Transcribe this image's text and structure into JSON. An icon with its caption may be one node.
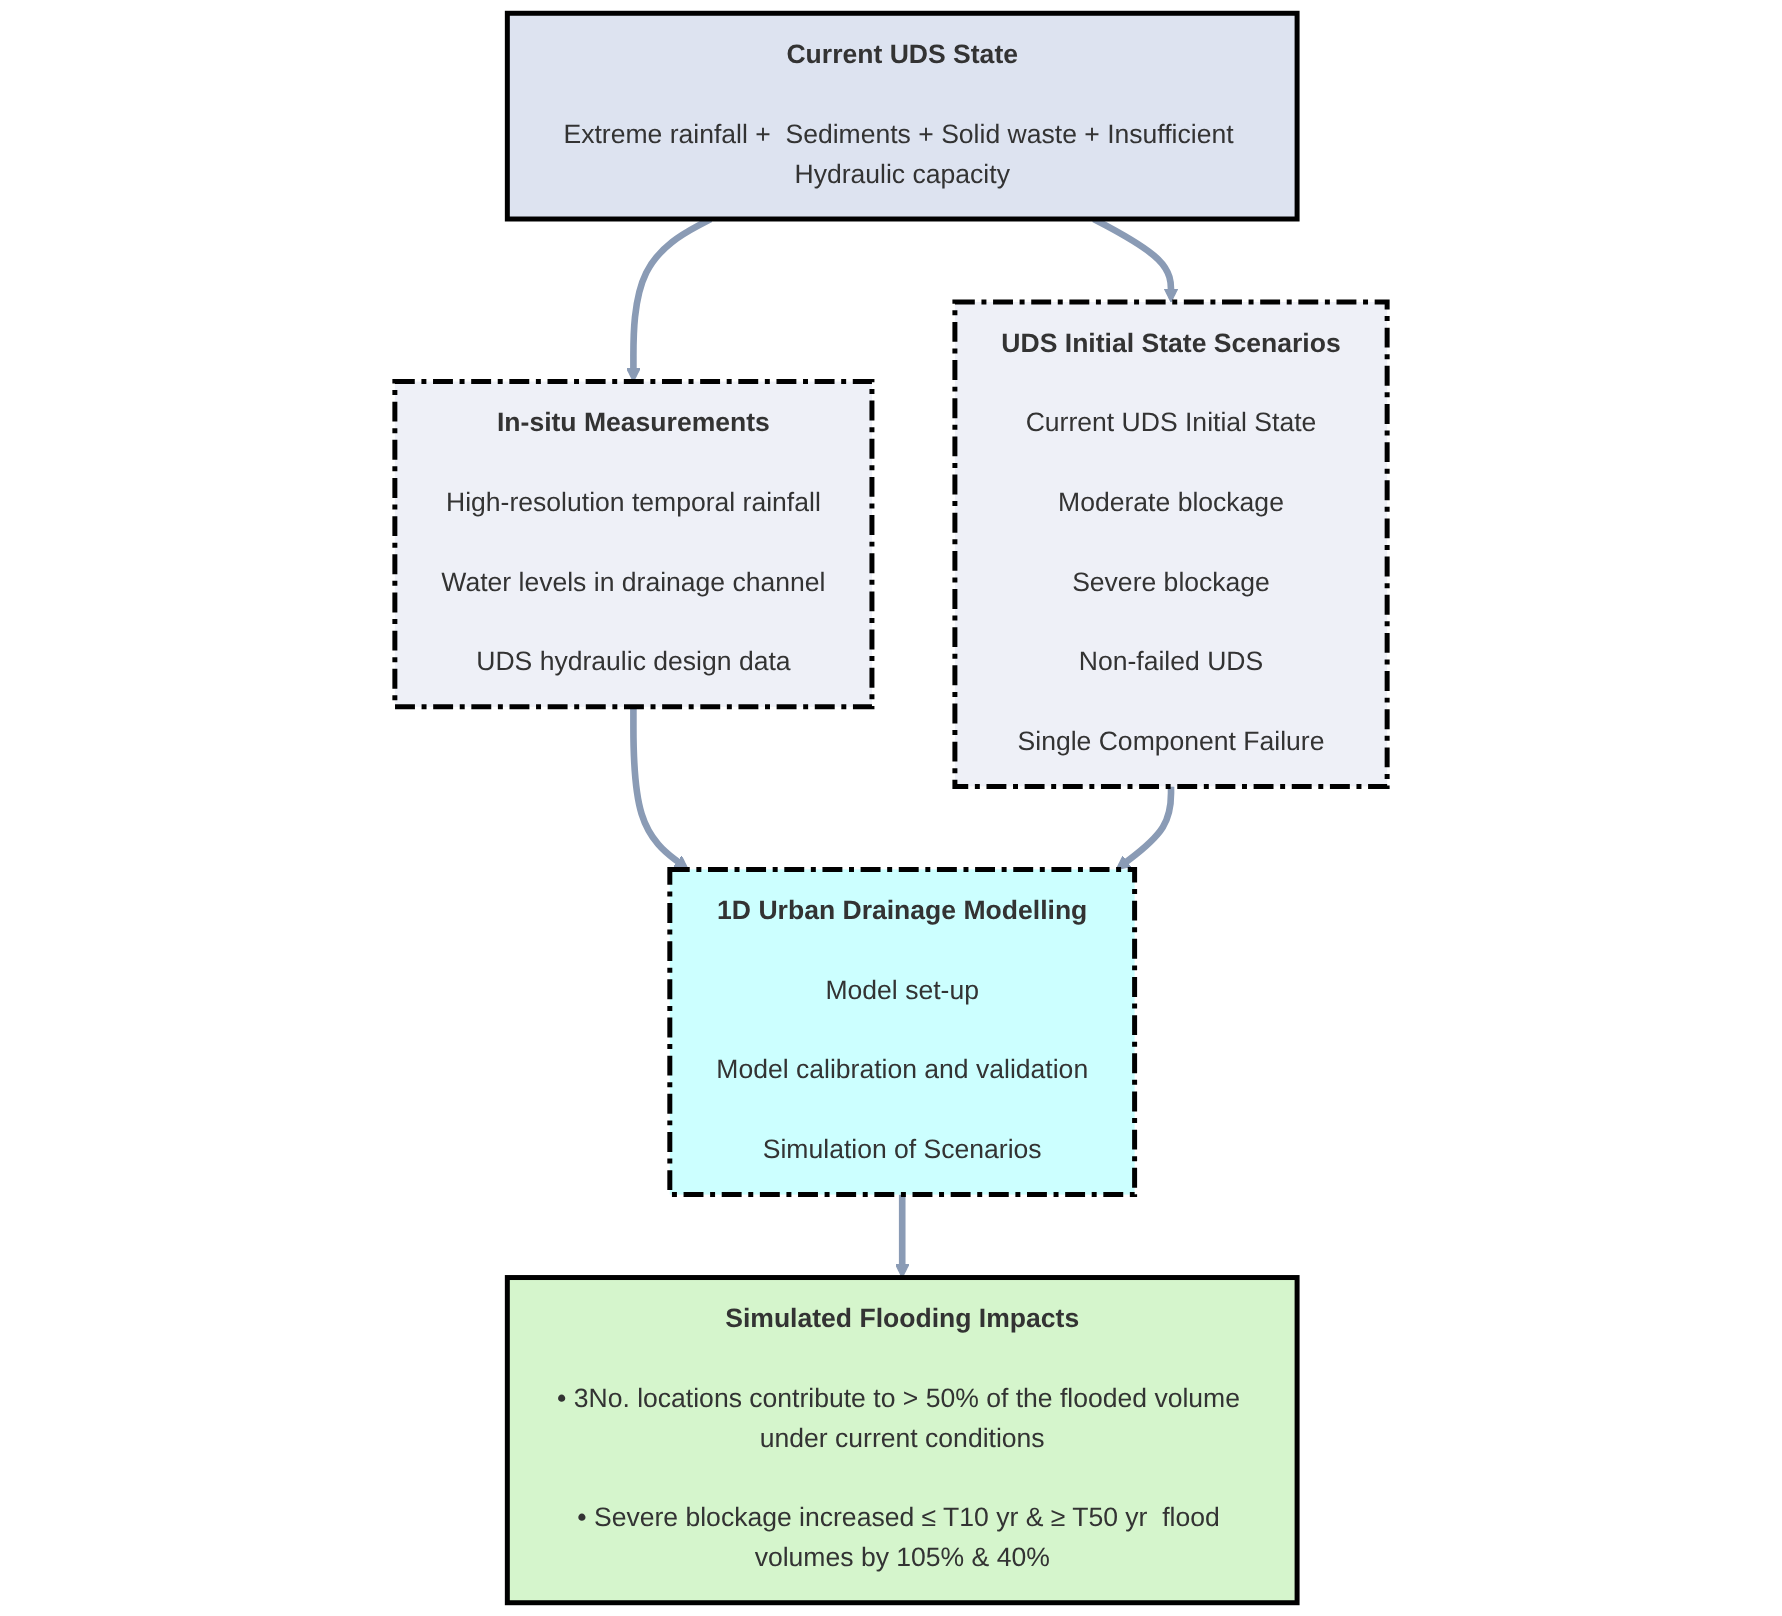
{
  "diagram": {
    "nodes": [
      {
        "text": [
          "Current UDS State",
          "Extreme rainfall +  Sediments + Solid waste + Insufficient Hydraulic capacity"
        ]
      },
      {
        "text": [
          "In-situ Measurements",
          "High-resolution temporal rainfall",
          "Water levels in drainage channel",
          "UDS hydraulic design data"
        ]
      },
      {
        "text": [
          "1D Urban Drainage Modelling",
          "Model set-up",
          "Model calibration and validation",
          "Simulation of Scenarios"
        ]
      },
      {
        "text": [
          "UDS Initial State Scenarios",
          "Current UDS Initial State",
          "Moderate blockage",
          "Severe blockage",
          "Non-failed UDS",
          "Single Component Failure"
        ]
      },
      {
        "text": [
          "Simulated Flooding Impacts",
          "• 3No. locations contribute to > 50% of the flooded volume under current conditions",
          "• Severe blockage increased ≤ T10 yr & ≥ T50 yr  flood volumes by 105% & 40%"
        ]
      }
    ],
    "edges": [
      {
        "from": 0,
        "to": 1,
        "arrow": "to"
      },
      {
        "from": 0,
        "to": 3,
        "arrow": "to"
      },
      {
        "from": 1,
        "to": 2,
        "arrow": "to"
      },
      {
        "from": 3,
        "to": 2,
        "arrow": "to"
      },
      {
        "from": 2,
        "to": 4,
        "arrow": "to"
      }
    ]
  }
}
